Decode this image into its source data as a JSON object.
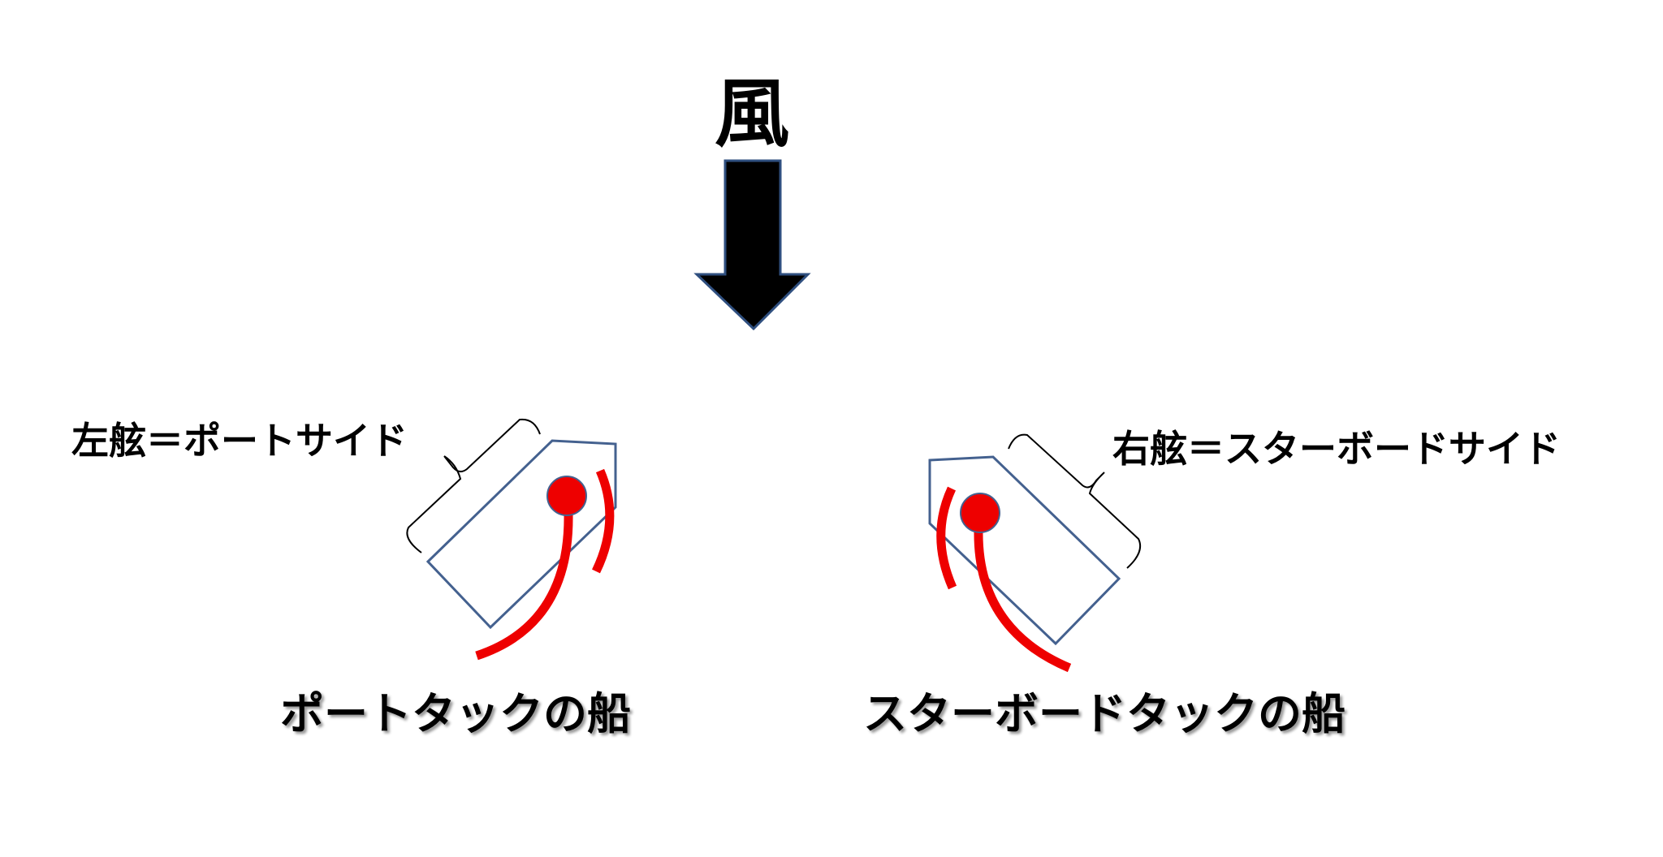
{
  "wind": {
    "label": "風",
    "arrow_color": "#000000",
    "arrow_outline": "#2F4F7F"
  },
  "port_boat": {
    "side_label": "左舷＝ポートサイド",
    "tack_label": "ポートタックの船"
  },
  "starboard_boat": {
    "side_label": "右舷＝スターボードサイド",
    "tack_label": "スターボードタックの船"
  },
  "colors": {
    "hull": "#44618F",
    "sail": "#EE0000",
    "bracket": "#000000"
  }
}
